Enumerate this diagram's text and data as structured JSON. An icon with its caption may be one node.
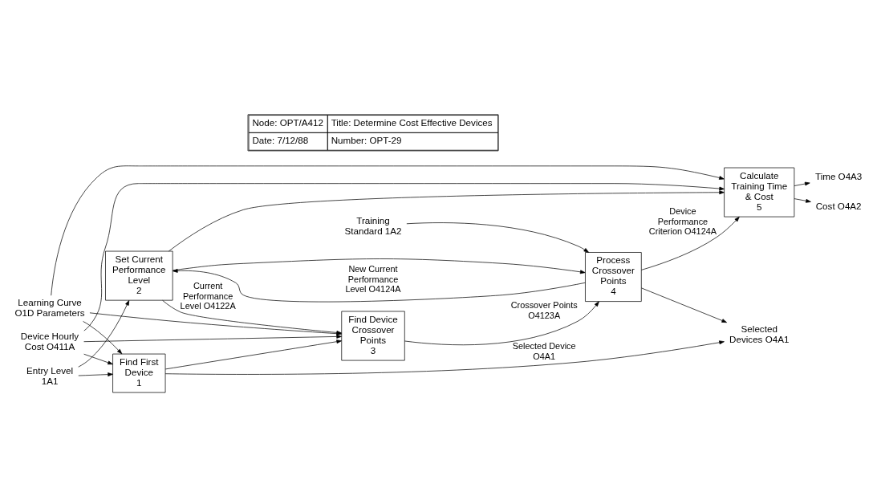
{
  "diagram": {
    "nodes": [
      {
        "text": [
          "Learning Curve O1D Parameters"
        ]
      },
      {
        "text": [
          "Entry Level 1A1"
        ]
      },
      {
        "text": [
          "Device Hourly Cost O411A"
        ]
      },
      {
        "text": [
          "Training Standard 1A2"
        ]
      },
      {
        "text": [
          "Find First Device",
          "1"
        ]
      },
      {
        "text": [
          "Set Current Performance Level",
          "2"
        ]
      },
      {
        "text": [
          "Find Device Crossover Points",
          "3"
        ]
      },
      {
        "text": [
          "Process Crossover Points",
          "4"
        ]
      },
      {
        "text": [
          "Calculate Training Time & Cost",
          "5"
        ]
      },
      {
        "text": [
          "Selected Devices O4A1"
        ]
      },
      {
        "text": [
          "Time O4A3"
        ]
      },
      {
        "text": [
          "Cost O4A2"
        ]
      }
    ],
    "edges": [
      {
        "from": 0,
        "to": 4,
        "arrow": "to"
      },
      {
        "from": 0,
        "to": 6,
        "arrow": "to"
      },
      {
        "from": 0,
        "to": 8,
        "arrow": "to"
      },
      {
        "from": 1,
        "to": 4,
        "arrow": "to"
      },
      {
        "from": 1,
        "to": 5,
        "arrow": "to"
      },
      {
        "from": 2,
        "to": 4,
        "arrow": "to"
      },
      {
        "from": 2,
        "to": 6,
        "arrow": "to"
      },
      {
        "from": 2,
        "to": 8,
        "arrow": "to"
      },
      {
        "from": 4,
        "to": 9,
        "arrow": "to",
        "label": "Selected Device O4A1"
      },
      {
        "from": 4,
        "to": 6,
        "arrow": "to"
      },
      {
        "from": 5,
        "to": 6,
        "arrow": "to",
        "label": "Current Performance Level O4122A"
      },
      {
        "from": 5,
        "to": 7,
        "arrow": "to"
      },
      {
        "from": 5,
        "to": 8,
        "arrow": "to"
      },
      {
        "from": 6,
        "to": 7,
        "arrow": "to",
        "label": "Crossover Points O4123A"
      },
      {
        "from": 3,
        "to": 7,
        "arrow": "to"
      },
      {
        "from": 7,
        "to": 9,
        "arrow": "to"
      },
      {
        "from": 7,
        "to": 8,
        "arrow": "to",
        "label": "Device Performance Criterion O4124A"
      },
      {
        "from": 7,
        "to": 5,
        "arrow": "to",
        "label": "New Current Performance Level O4124A"
      },
      {
        "from": 8,
        "to": 10,
        "arrow": "to"
      },
      {
        "from": 8,
        "to": 11,
        "arrow": "to"
      }
    ],
    "labels": [
      "Node: OPT/A412",
      "Title: Determine Cost Effective Devices",
      "Date: 7/12/88",
      "Number: OPT-29"
    ]
  }
}
